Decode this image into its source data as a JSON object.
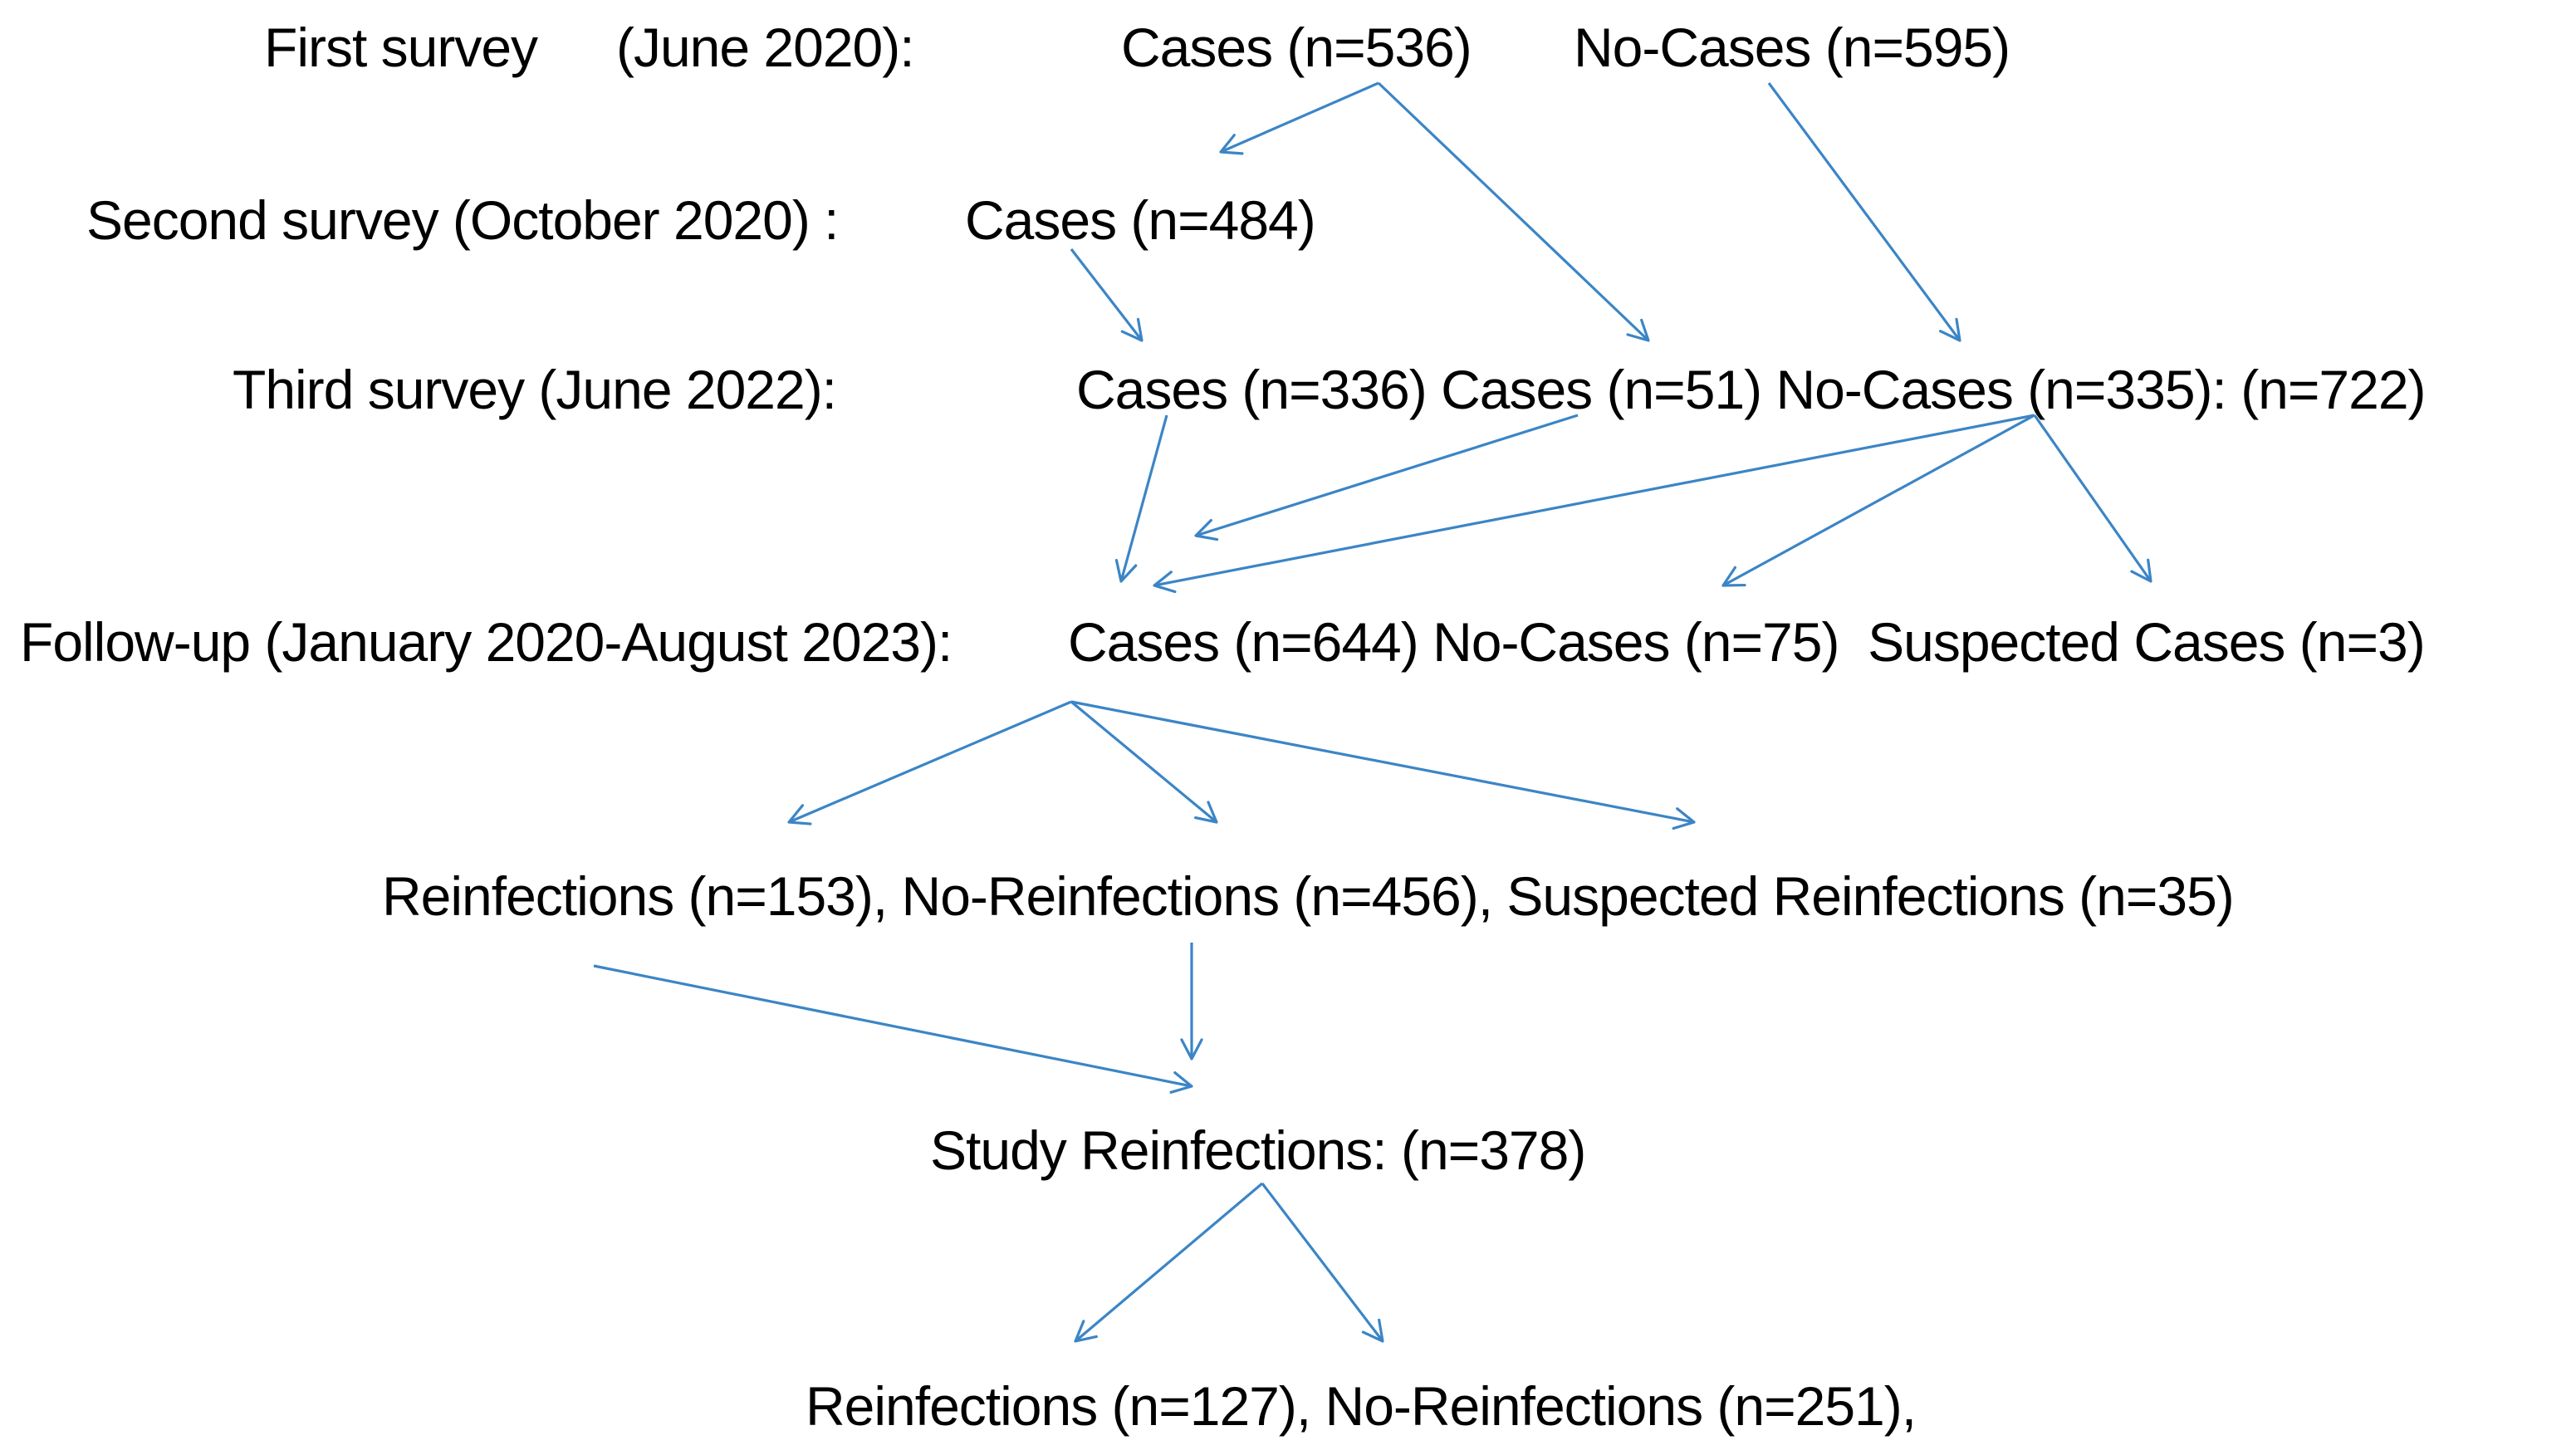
{
  "flowchart": {
    "row1": {
      "label": "First survey",
      "period": "(June 2020):",
      "cases": "Cases (n=536)",
      "no_cases": "No-Cases (n=595)"
    },
    "row2": {
      "label": "Second survey (October 2020) :",
      "cases": "Cases (n=484)"
    },
    "row3": {
      "label": "Third survey (June 2022):",
      "nodes": "Cases (n=336) Cases (n=51) No-Cases (n=335): (n=722)"
    },
    "row4": {
      "label": "Follow-up (January 2020-August 2023):",
      "nodes": "Cases (n=644) No-Cases (n=75)  Suspected Cases (n=3)"
    },
    "row5": {
      "nodes": "Reinfections (n=153), No-Reinfections (n=456), Suspected Reinfections (n=35)"
    },
    "row6": {
      "nodes": "Study Reinfections: (n=378)"
    },
    "row7": {
      "nodes": "Reinfections (n=127), No-Reinfections (n=251),"
    }
  },
  "colors": {
    "arrow": "#3b85c6",
    "text": "#000000",
    "background": "#ffffff"
  }
}
